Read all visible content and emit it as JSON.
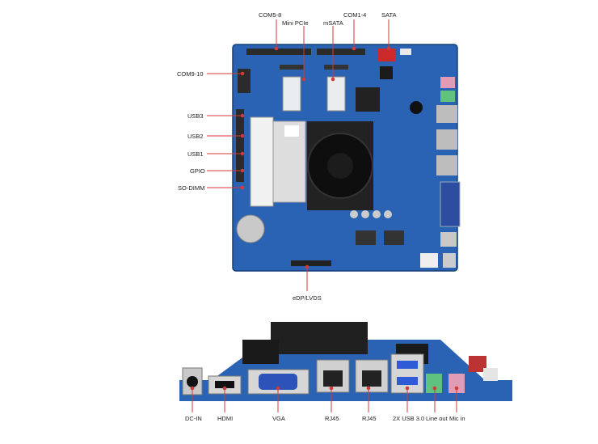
{
  "top_labels": {
    "com5_8": "COM5-8",
    "mini_pcie": "Mini PCIe",
    "com1_4": "COM1-4",
    "msata": "mSATA",
    "sata": "SATA",
    "com9_10": "COM9-10",
    "usb3": "USB3",
    "usb2": "USB2",
    "usb1": "USB1",
    "gpio": "GPIO",
    "so_dimm": "SO-DIMM",
    "edp_lvds": "eDP/LVDS"
  },
  "bottom_labels": {
    "dc_in": "DC-IN",
    "hdmi": "HDMI",
    "vga": "VGA",
    "rj45_a": "RJ45",
    "rj45_b": "RJ45",
    "usb30": "2X USB 3.0",
    "line_out": "Line out",
    "mic_in": "Mic in"
  },
  "colors": {
    "pcb": "#2a63b3",
    "pcb_dark": "#1d4a8c",
    "callout": "#d33a3a"
  }
}
